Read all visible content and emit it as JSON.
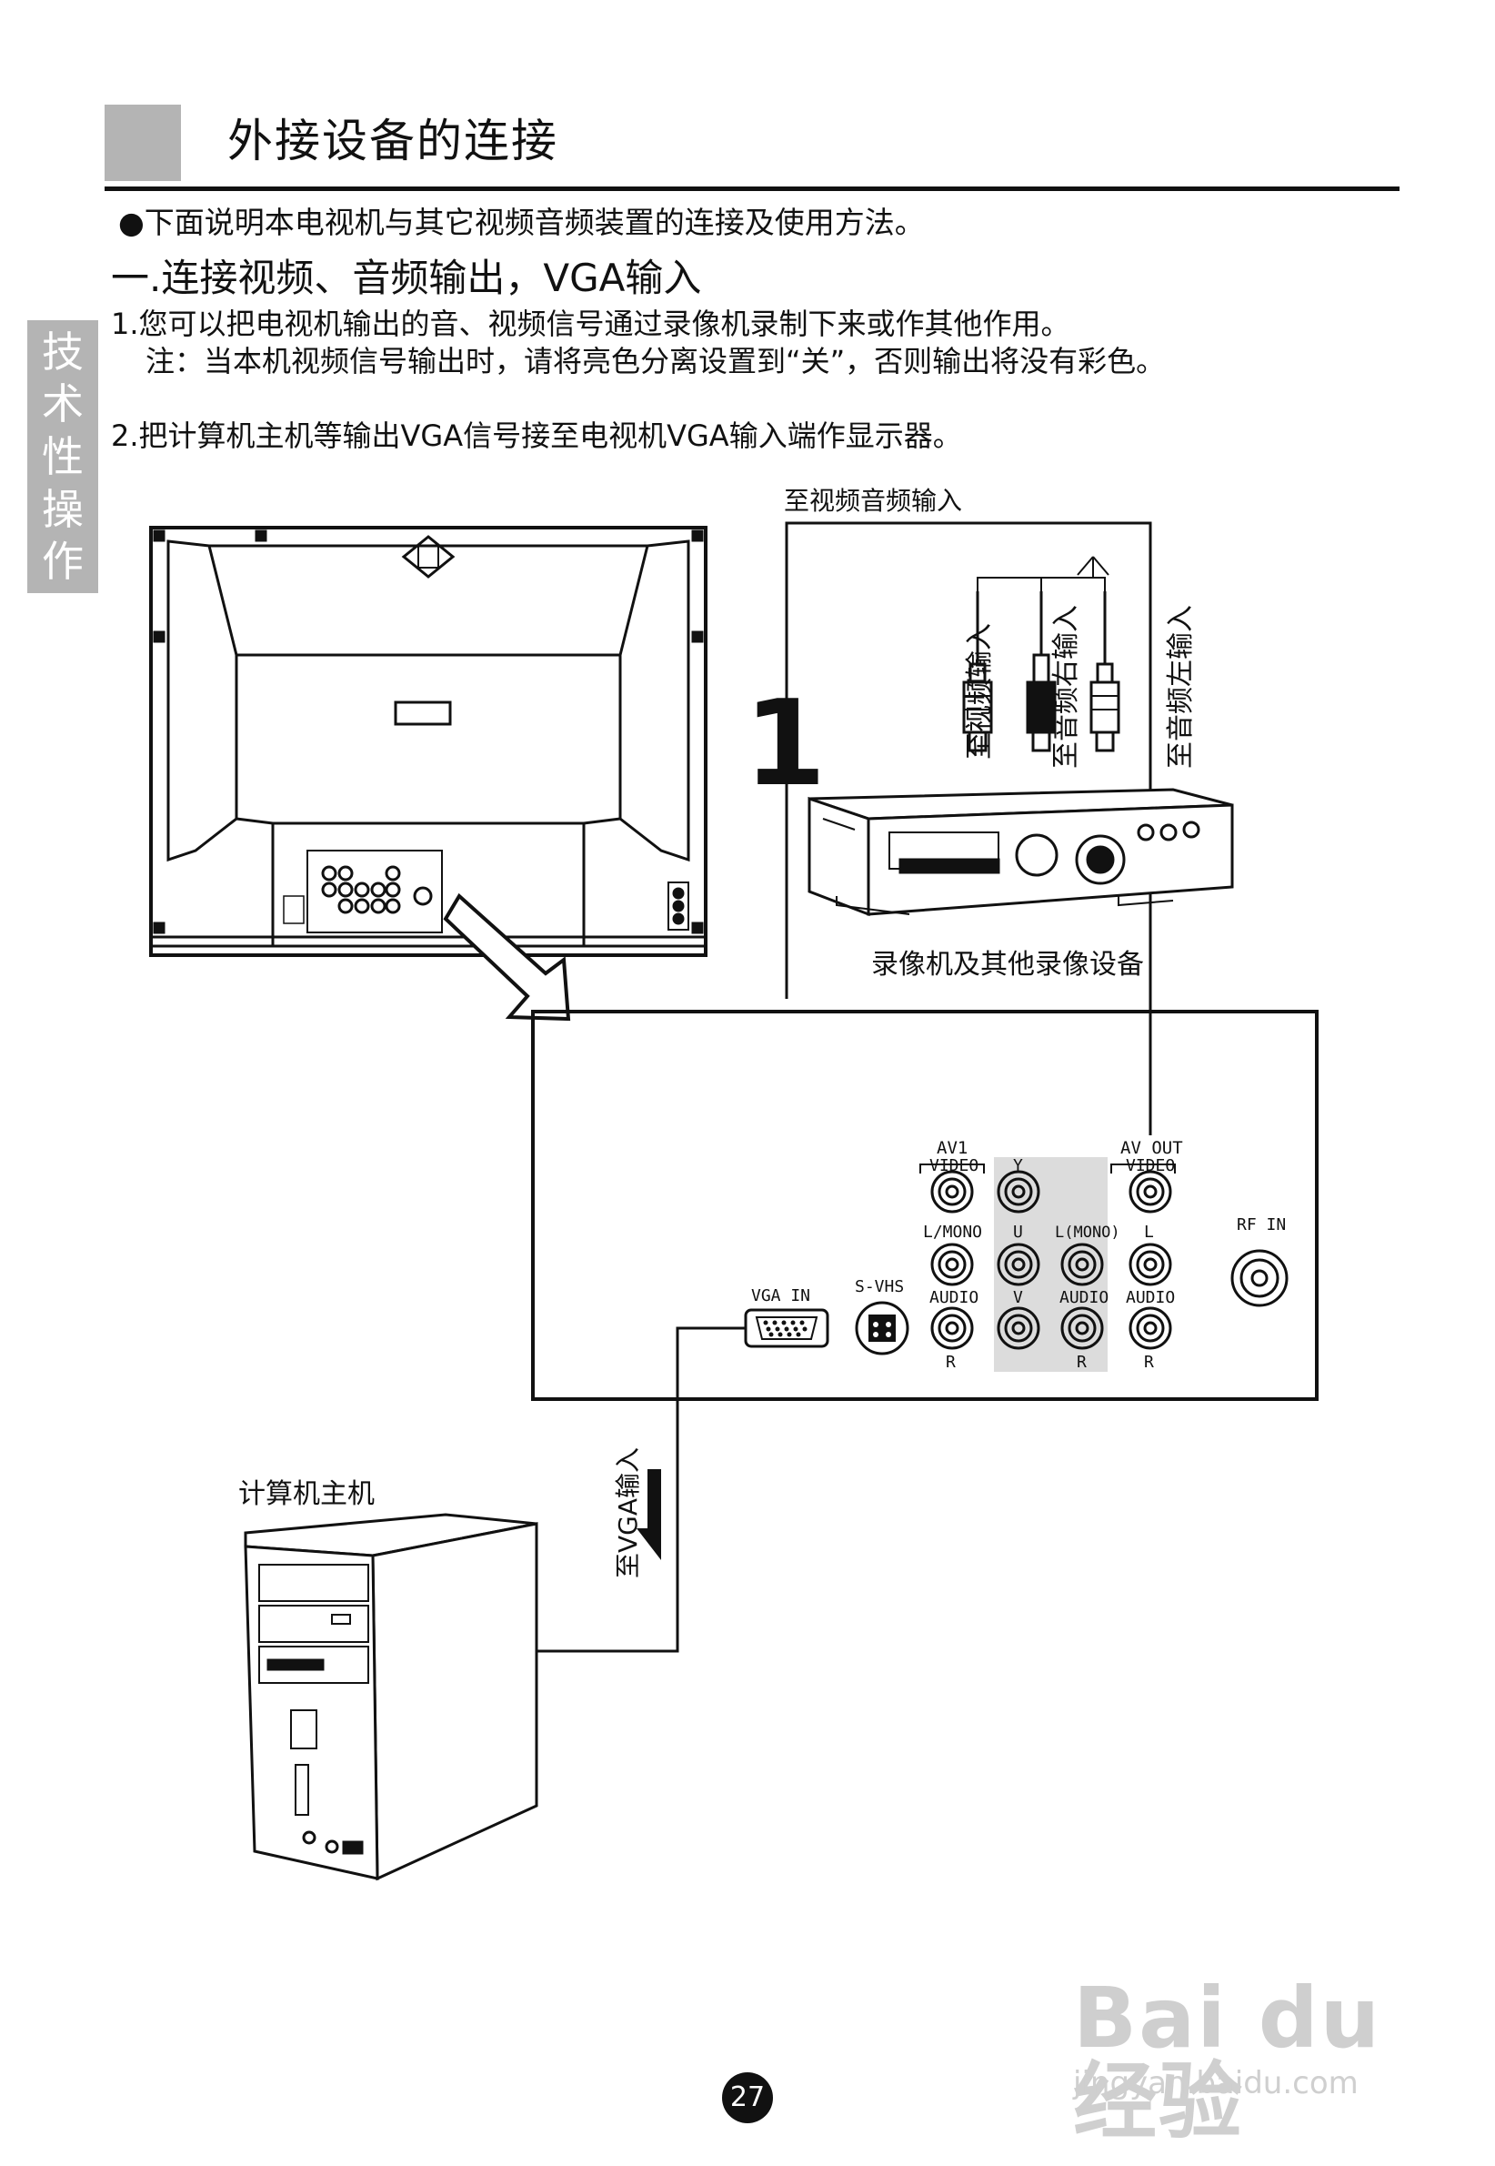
{
  "header": {
    "title": "外接设备的连接"
  },
  "intro": "●下面说明本电视机与其它视频音频装置的连接及使用方法。",
  "section": {
    "heading": "一.连接视频、音频输出，VGA输入",
    "item1_line1": "1.您可以把电视机输出的音、视频信号通过录像机录制下来或作其他作用。",
    "item1_note": "注：当本机视频信号输出时，请将亮色分离设置到“关”，否则输出将没有彩色。",
    "item2": "2.把计算机主机等输出VGA信号接至电视机VGA输入端作显示器。"
  },
  "side_tab": [
    "技",
    "术",
    "性",
    "操",
    "作"
  ],
  "diagram": {
    "av_input_label": "至视频音频输入",
    "cable_video": "至视频输入",
    "cable_audio_right": "至音频右输入",
    "cable_audio_left": "至音频左输入",
    "step_number": "1",
    "vcr_caption": "录像机及其他录像设备",
    "pc_caption": "计算机主机",
    "vga_cable_label": "至VGA输入",
    "panel": {
      "av1": "AV1",
      "av1_video": "VIDEO",
      "av1_lmono": "L/MONO",
      "av1_audio": "AUDIO",
      "av1_r": "R",
      "y": "Y",
      "u": "U",
      "v": "V",
      "lmono2": "L(MONO)",
      "audio2": "AUDIO",
      "r2": "R",
      "avout": "AV OUT",
      "avout_video": "VIDEO",
      "avout_l": "L",
      "avout_audio": "AUDIO",
      "avout_r": "R",
      "rfin": "RF IN",
      "vgain": "VGA IN",
      "svhs": "S-VHS"
    }
  },
  "watermark": {
    "logo": "Bai du 经验",
    "url": "jingyan.baidu.com"
  },
  "page_number": "27"
}
